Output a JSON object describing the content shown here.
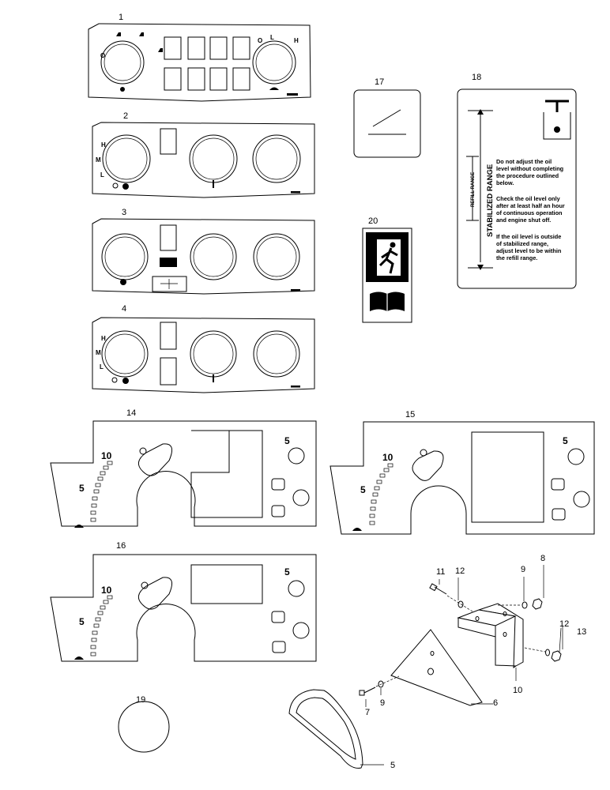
{
  "callouts": {
    "c1": "1",
    "c2": "2",
    "c3": "3",
    "c4": "4",
    "c5": "5",
    "c6": "6",
    "c7": "7",
    "c8": "8",
    "c9a": "9",
    "c9b": "9",
    "c10": "10",
    "c11": "11",
    "c12a": "12",
    "c12b": "12",
    "c13": "13",
    "c14": "14",
    "c15": "15",
    "c16": "16",
    "c17": "17",
    "c18": "18",
    "c19": "19",
    "c20": "20"
  },
  "decal1": {
    "left_knob": "O",
    "right_knob_o": "O",
    "right_knob_l": "L",
    "right_knob_h": "H"
  },
  "speed_scale": {
    "m": "M",
    "h": "H",
    "l": "L"
  },
  "throttle": {
    "five": "5",
    "ten": "10",
    "five_right": "5"
  },
  "decal18": {
    "stabilized_range": "STABILIZED RANGE",
    "refill_range": "REFILL RANGE",
    "paragraph1": [
      "Do not adjust the oil",
      "level without completing",
      "the procedure outlined",
      "below."
    ],
    "paragraph2": [
      "Check the oil level only",
      "after at least half an hour",
      "of continuous operation",
      "and engine shut off."
    ],
    "paragraph3": [
      "If the oil level is outside",
      "of stabilized range,",
      "adjust level to be within",
      "the refill range."
    ]
  },
  "colors": {
    "line": "#000000",
    "background": "#ffffff"
  }
}
